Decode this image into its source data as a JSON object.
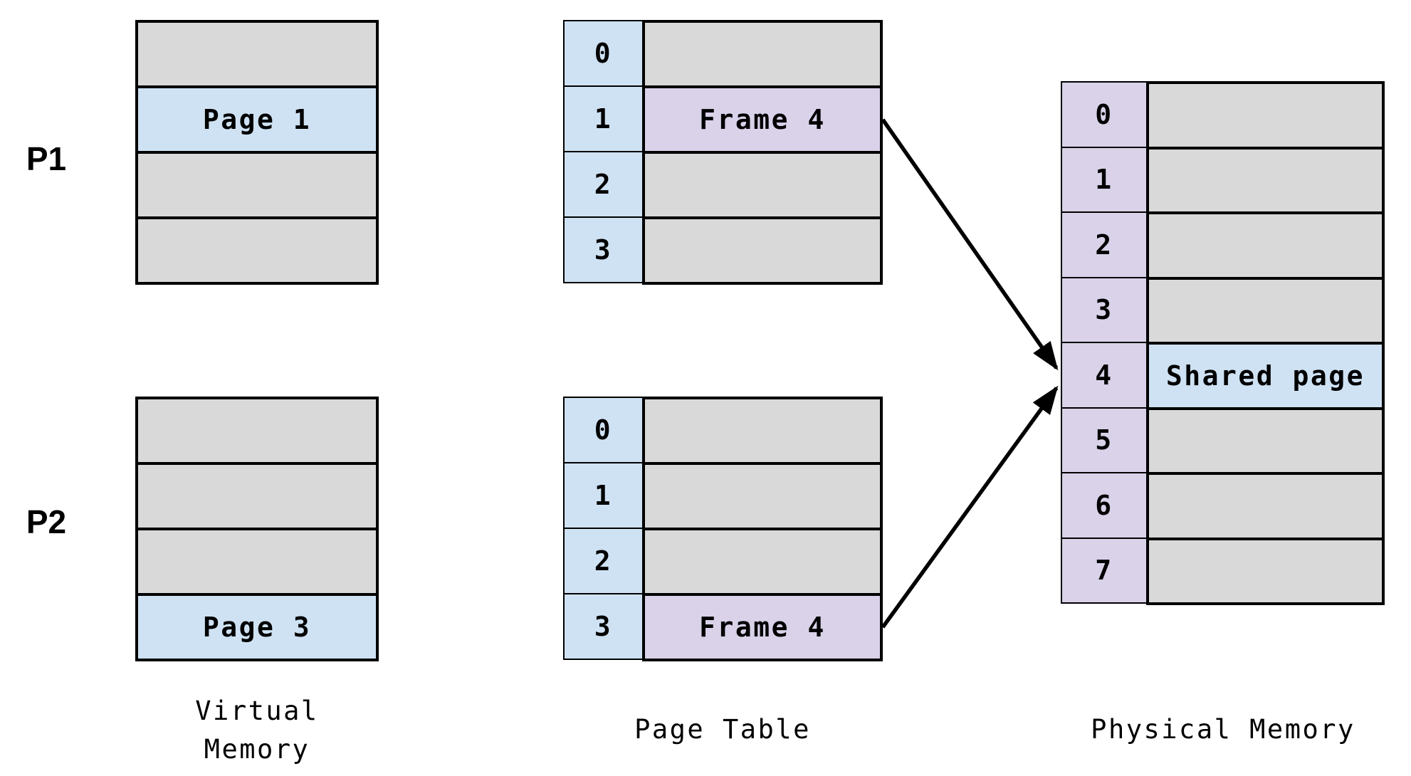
{
  "colors": {
    "highlight_blue": "#cfe2f3",
    "highlight_purple": "#d9d2e9",
    "cell_gray": "#d9d9d9",
    "border_black": "#000000"
  },
  "process_labels": {
    "p1": "P1",
    "p2": "P2"
  },
  "p1_virtual_memory": {
    "rows": [
      "",
      "Page 1",
      "",
      ""
    ],
    "highlighted_row": 1,
    "highlight_color": "blue"
  },
  "p2_virtual_memory": {
    "rows": [
      "",
      "",
      "",
      "Page 3"
    ],
    "highlighted_row": 3,
    "highlight_color": "blue"
  },
  "p1_page_table": {
    "indices": [
      "0",
      "1",
      "2",
      "3"
    ],
    "rows": [
      "",
      "Frame 4",
      "",
      ""
    ],
    "highlighted_row": 1,
    "highlight_color": "purple"
  },
  "p2_page_table": {
    "indices": [
      "0",
      "1",
      "2",
      "3"
    ],
    "rows": [
      "",
      "",
      "",
      "Frame 4"
    ],
    "highlighted_row": 3,
    "highlight_color": "purple"
  },
  "physical_memory": {
    "indices": [
      "0",
      "1",
      "2",
      "3",
      "4",
      "5",
      "6",
      "7"
    ],
    "rows": [
      "",
      "",
      "",
      "",
      "Shared page",
      "",
      "",
      ""
    ],
    "highlighted_row": 4,
    "highlight_color": "blue"
  },
  "captions": {
    "virtual_memory": [
      "Virtual",
      "Memory"
    ],
    "page_table": "Page Table",
    "physical_memory": "Physical Memory"
  },
  "arrows": [
    {
      "from": "P1 page table entry 1 (Frame 4)",
      "to": "Physical memory frame 4"
    },
    {
      "from": "P2 page table entry 3 (Frame 4)",
      "to": "Physical memory frame 4"
    }
  ]
}
